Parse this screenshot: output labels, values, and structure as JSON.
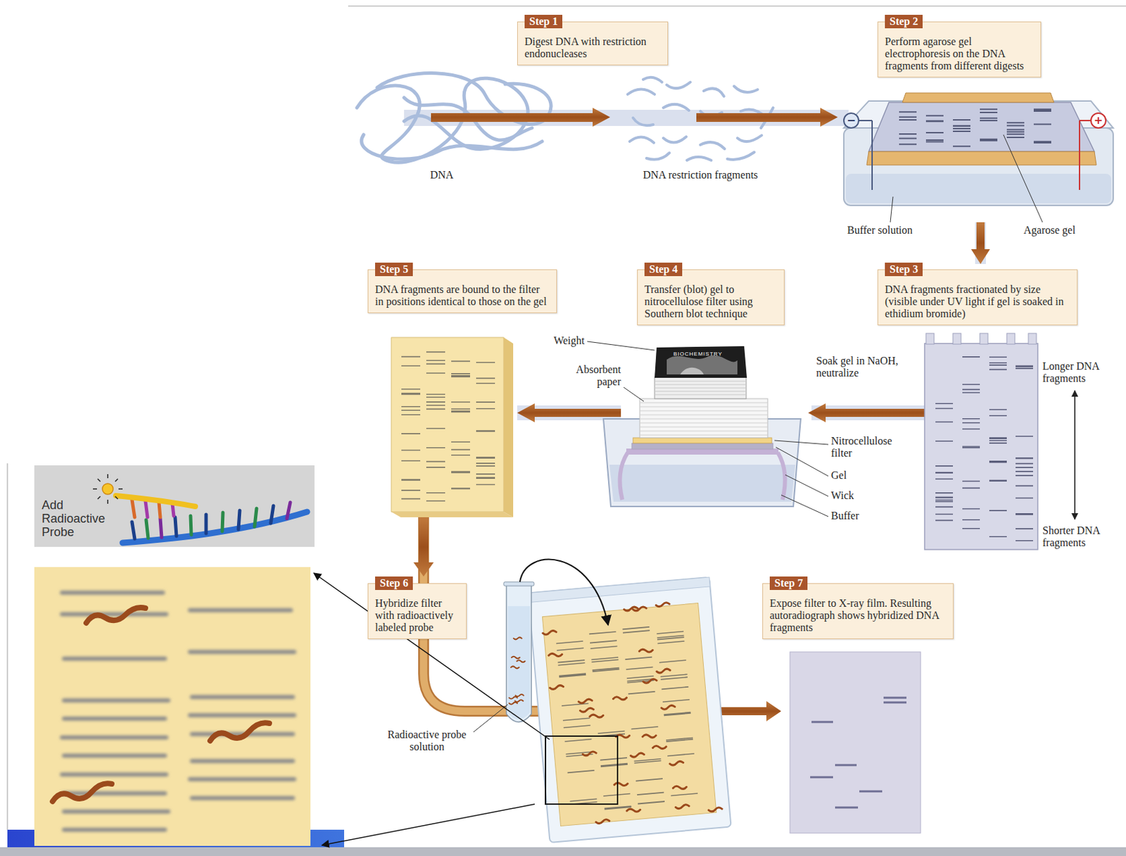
{
  "diagram": {
    "nodes": [
      {
        "text": [
          "Step 1",
          "Digest DNA with restriction endonucleases"
        ]
      },
      {
        "text": [
          "Step 2",
          "Perform agarose gel electrophoresis on the DNA fragments from different digests"
        ]
      },
      {
        "text": [
          "Step 5",
          "DNA fragments are bound to the filter in positions identical to those on the gel"
        ]
      },
      {
        "text": [
          "Step 4",
          "Transfer (blot) gel to nitrocellulose filter using Southern blot technique"
        ]
      },
      {
        "text": [
          "Step 3",
          "DNA fragments fractionated by size (visible under UV light if gel is soaked in ethidium bromide)"
        ]
      },
      {
        "text": [
          "Add Radioactive Probe"
        ]
      },
      {
        "text": [
          "Step 6",
          "Hybridize filter with radioactively labeled probe"
        ]
      },
      {
        "text": [
          "Step 7",
          "Expose filter to X-ray film. Resulting autoradiograph shows hybridized DNA fragments"
        ]
      }
    ],
    "labels": [
      "DNA",
      "DNA restriction fragments",
      "−",
      "+",
      "Buffer solution",
      "Agarose gel",
      "Longer DNA fragments",
      "Shorter DNA fragments",
      "Soak gel in NaOH, neutralize",
      "Weight",
      "Absorbent paper",
      "Nitrocellulose filter",
      "Gel",
      "Wick",
      "Buffer",
      "Radioactive probe solution",
      "BIOCHEMISTRY"
    ]
  }
}
